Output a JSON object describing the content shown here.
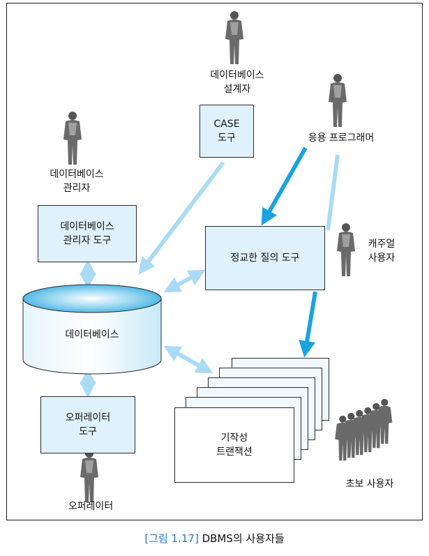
{
  "labels": {
    "db_designer": [
      "데이터베이스",
      "설계자"
    ],
    "db_admin": [
      "데이터베이스",
      "관리자"
    ],
    "app_programmer": "응용 프로그래머",
    "casual_user": [
      "캐주얼",
      "사용자"
    ],
    "naive_users": "초보 사용자",
    "operator": "오퍼레이터"
  },
  "boxes": {
    "case_tool": [
      "CASE",
      "도구"
    ],
    "admin_tool": [
      "데이터베이스",
      "관리자 도구"
    ],
    "query_tool": "정교한 질의 도구",
    "database": "데이터베이스",
    "operator_tool": [
      "오퍼레이터",
      "도구"
    ],
    "canned_tx": [
      "기작성",
      "트랜잭션"
    ]
  },
  "caption": {
    "number": "[그림 1.17]",
    "title": "DBMS의 사용자들"
  },
  "colors": {
    "arrow_strong": "#1ba3e0",
    "arrow_light": "#a9dcf4",
    "box_fill": "#dff1fb",
    "caption_accent": "#2b7bbf"
  }
}
